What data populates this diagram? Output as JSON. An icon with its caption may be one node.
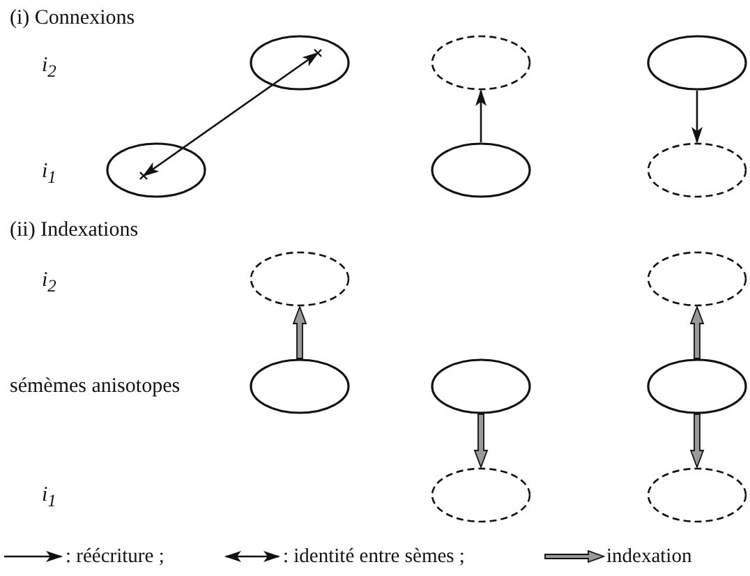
{
  "diagram": {
    "nodes": [
      {
        "text": [],
        "shape": "ellipse"
      },
      {
        "text": [],
        "shape": "dashed-ellipse"
      },
      {
        "text": [],
        "shape": "ellipse"
      },
      {
        "text": [],
        "shape": "ellipse"
      },
      {
        "text": [],
        "shape": "ellipse"
      },
      {
        "text": [],
        "shape": "dashed-ellipse"
      },
      {
        "text": [],
        "shape": "dashed-ellipse"
      },
      {
        "text": [],
        "shape": "dashed-ellipse"
      },
      {
        "text": [],
        "shape": "ellipse"
      },
      {
        "text": [],
        "shape": "ellipse"
      },
      {
        "text": [],
        "shape": "ellipse"
      },
      {
        "text": [],
        "shape": "dashed-ellipse"
      },
      {
        "text": [],
        "shape": "dashed-ellipse"
      }
    ],
    "edges": [
      {
        "from": 3,
        "to": 0,
        "arrow": "both"
      },
      {
        "from": 4,
        "to": 1,
        "arrow": "to"
      },
      {
        "from": 2,
        "to": 5,
        "arrow": "to"
      },
      {
        "from": 8,
        "to": 6,
        "arrow": "to",
        "style": "thick"
      },
      {
        "from": 9,
        "to": 11,
        "arrow": "to",
        "style": "thick"
      },
      {
        "from": 10,
        "to": 7,
        "arrow": "to",
        "style": "thick"
      },
      {
        "from": 10,
        "to": 12,
        "arrow": "to",
        "style": "thick"
      }
    ],
    "labels": [
      "(i) Connexions",
      "i$_{2}$",
      "i$_{1}$",
      "(ii) Indexations",
      "i$_{2}$",
      "sémèmes anisotopes",
      "i$_{1}$"
    ],
    "legend": [
      {
        "text": ": réécriture ;"
      },
      {
        "text": ": identité entre sèmes ;"
      },
      {
        "text": "indexation"
      }
    ]
  }
}
